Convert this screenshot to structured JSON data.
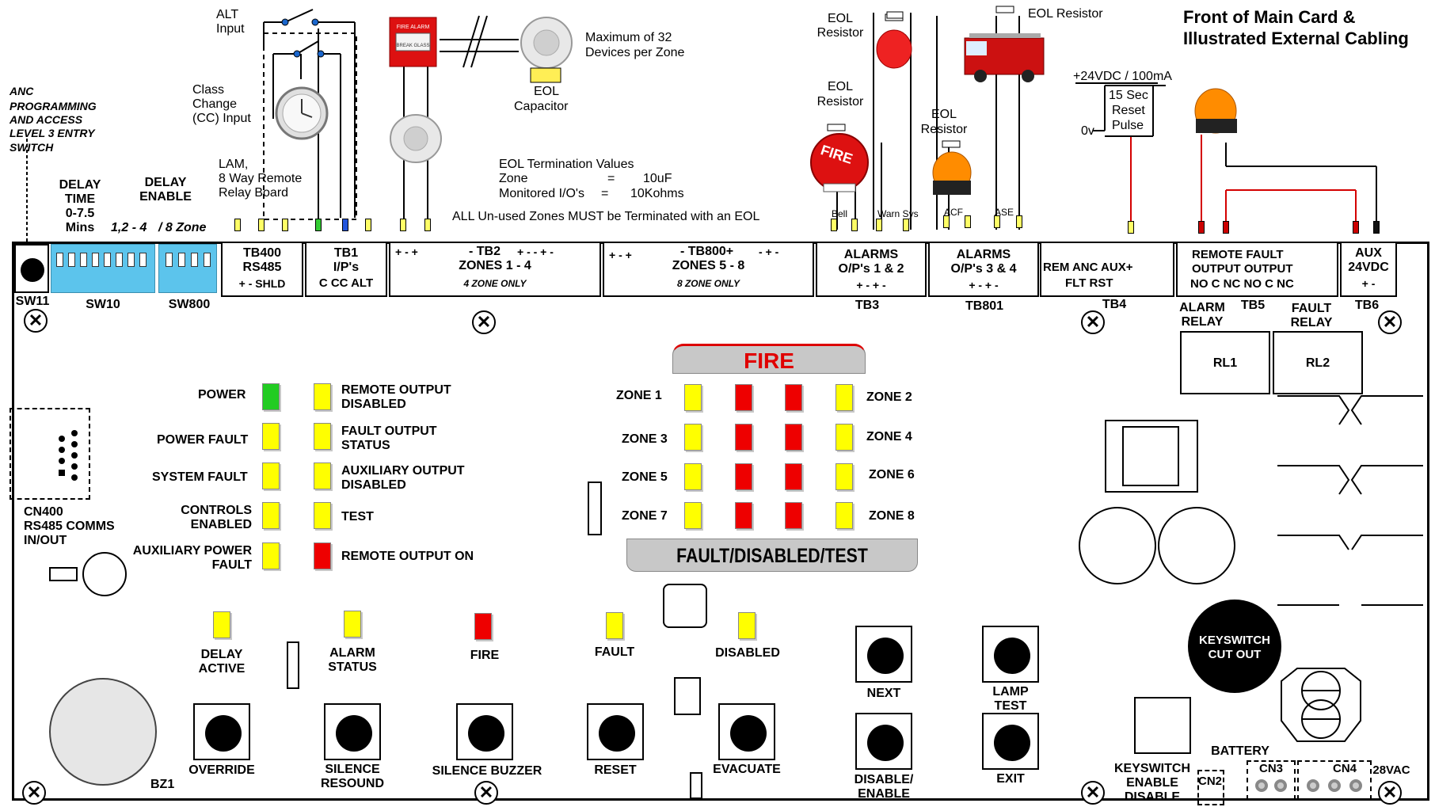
{
  "header": {
    "title_line1": "Front of Main Card &",
    "title_line2": "Illustrated External Cabling"
  },
  "external": {
    "alt_input": [
      "ALT",
      "Input"
    ],
    "class_change": [
      "Class",
      "Change",
      "(CC) Input"
    ],
    "lam": [
      "LAM,",
      "8 Way Remote",
      "Relay Board"
    ],
    "anc_switch": [
      "ANC",
      "PROGRAMMING",
      "AND ACCESS",
      "LEVEL 3 ENTRY",
      "SWITCH"
    ],
    "max_devices": [
      "Maximum of 32",
      "Devices per Zone"
    ],
    "eol_capacitor": [
      "EOL",
      "Capacitor"
    ],
    "eol_termination": {
      "title": "EOL Termination Values",
      "zone_label": "Zone",
      "zone_eq": "=",
      "zone_value": "10uF",
      "io_label": "Monitored I/O's",
      "io_eq": "=",
      "io_value": "10Kohms"
    },
    "unused_zones": "ALL Un-used Zones MUST be Terminated with an EOL",
    "eol_resistor_bell": [
      "EOL",
      "Resistor"
    ],
    "eol_resistor_sounder": [
      "EOL",
      "Resistor"
    ],
    "eol_resistor_acf": [
      "EOL",
      "Resistor"
    ],
    "eol_resistor_truck": "EOL Resistor",
    "wire_bell": "Bell",
    "wire_warn": "Warn Sys",
    "wire_acf": "ACF",
    "wire_ase": "ASE",
    "psu_label": "+24VDC / 100mA",
    "reset_pulse": [
      "15 Sec",
      "Reset",
      "Pulse"
    ],
    "zero_v": "0v",
    "call_point_text": "FIRE ALARM",
    "call_point_sub": "BREAK GLASS",
    "bell_text": "FIRE"
  },
  "switches": {
    "delay_time": [
      "DELAY",
      "TIME",
      "0-7.5",
      "Mins"
    ],
    "delay_enable": [
      "DELAY",
      "ENABLE"
    ],
    "zone_opt_a": "1,2 - 4",
    "zone_opt_b": "/  8 Zone",
    "sw11": "SW11",
    "sw10": "SW10",
    "sw800": "SW800"
  },
  "terminals": {
    "tb400": [
      "TB400",
      "RS485",
      "+   -   SHLD"
    ],
    "tb1": [
      "TB1",
      "I/P's",
      "C    CC    ALT"
    ],
    "tb2_signs": "+    -    +",
    "tb2_title": "- TB2",
    "tb2_signs2": "+    -    -    +    -",
    "tb2_zones": "ZONES 1 - 4",
    "tb2_only": "4 ZONE ONLY",
    "tb800_signs": "+    -    +",
    "tb800_title": "- TB800+",
    "tb800_signs2": "-    +    -",
    "tb800_zones": "ZONES 5 - 8",
    "tb800_only": "8 ZONE ONLY",
    "tb3": [
      "ALARMS",
      "O/P's 1 & 2",
      "+    -    +    -"
    ],
    "tb3_label": "TB3",
    "tb801": [
      "ALARMS",
      "O/P's 3 & 4",
      "+    -    +    -"
    ],
    "tb801_label": "TB801",
    "tb4_top": "REM      ANC       AUX+",
    "tb4_bot": "FLT        RST",
    "tb4_label": "TB4",
    "tb5": [
      "REMOTE          FAULT",
      "OUTPUT          OUTPUT",
      "NO  C  NC   NO  C  NC"
    ],
    "tb5_label": "TB5",
    "tb6": [
      "AUX",
      "24VDC",
      "+   -"
    ],
    "tb6_label": "TB6",
    "alarm_relay": [
      "ALARM",
      "RELAY"
    ],
    "fault_relay": [
      "FAULT",
      "RELAY"
    ]
  },
  "relays": {
    "rl1": "RL1",
    "rl2": "RL2"
  },
  "status_leds_left": [
    {
      "label": "POWER",
      "color": "#22cc22"
    },
    {
      "label": "POWER FAULT",
      "color": "#ffff00"
    },
    {
      "label": "SYSTEM FAULT",
      "color": "#ffff00"
    },
    {
      "label_a": "CONTROLS",
      "label_b": "ENABLED",
      "color": "#ffff00"
    },
    {
      "label_a": "AUXILIARY POWER",
      "label_b": "FAULT",
      "color": "#ffff00"
    }
  ],
  "status_leds_right": [
    {
      "label_a": "REMOTE OUTPUT",
      "label_b": "DISABLED",
      "color": "#ffff00"
    },
    {
      "label_a": "FAULT OUTPUT",
      "label_b": "STATUS",
      "color": "#ffff00"
    },
    {
      "label_a": "AUXILIARY OUTPUT",
      "label_b": "DISABLED",
      "color": "#ffff00"
    },
    {
      "label": "TEST",
      "color": "#ffff00"
    },
    {
      "label": "REMOTE OUTPUT ON",
      "color": "#ee0000"
    }
  ],
  "zone_panel": {
    "fire_title": "FIRE",
    "fault_title": "FAULT/DISABLED/TEST",
    "zones": [
      "ZONE 1",
      "ZONE 2",
      "ZONE 3",
      "ZONE 4",
      "ZONE 5",
      "ZONE 6",
      "ZONE 7",
      "ZONE 8"
    ]
  },
  "bottom_leds": [
    {
      "label": [
        "DELAY",
        "ACTIVE"
      ],
      "color": "#ffff00"
    },
    {
      "label": [
        "ALARM",
        "STATUS"
      ],
      "color": "#ffff00"
    },
    {
      "label": [
        "FIRE"
      ],
      "color": "#ee0000"
    },
    {
      "label": [
        "FAULT"
      ],
      "color": "#ffff00"
    },
    {
      "label": [
        "DISABLED"
      ],
      "color": "#ffff00"
    }
  ],
  "buttons": {
    "override": "OVERRIDE",
    "silence": [
      "SILENCE",
      "RESOUND"
    ],
    "silence_buzzer": "SILENCE BUZZER",
    "reset": "RESET",
    "evacuate": "EVACUATE",
    "next": "NEXT",
    "lamp_test": [
      "LAMP",
      "TEST"
    ],
    "disable_enable": [
      "DISABLE/",
      "ENABLE"
    ],
    "exit": "EXIT"
  },
  "connectors": {
    "cn400": [
      "CN400",
      "RS485 COMMS",
      "IN/OUT"
    ],
    "bz1": "BZ1",
    "keyswitch_cutout": [
      "KEYSWITCH",
      "CUT OUT"
    ],
    "keyswitch_enable": [
      "KEYSWITCH",
      "ENABLE",
      "DISABLE"
    ],
    "cn2": "CN2",
    "battery": "BATTERY",
    "cn3": "CN3",
    "cn4": "CN4",
    "vac": "28VAC"
  }
}
